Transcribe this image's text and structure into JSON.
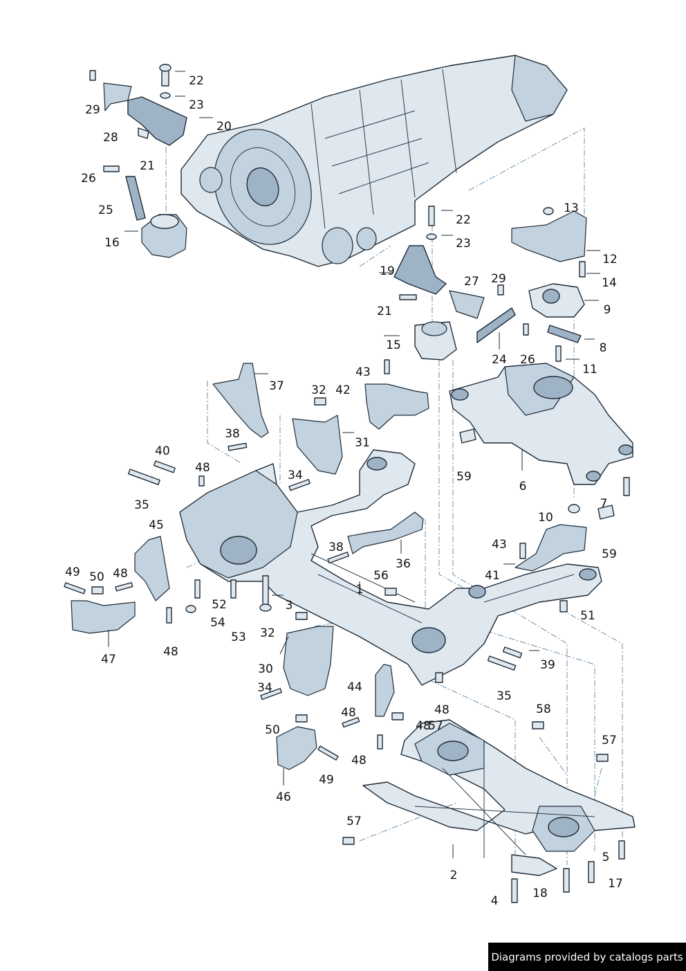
{
  "callouts": {
    "c1": "1",
    "c2": "2",
    "c3": "3",
    "c4": "4",
    "c5": "5",
    "c6": "6",
    "c7": "7",
    "c8": "8",
    "c9": "9",
    "c10": "10",
    "c11": "11",
    "c12": "12",
    "c13": "13",
    "c14": "14",
    "c15": "15",
    "c16": "16",
    "c17": "17",
    "c18": "18",
    "c19": "19",
    "c20": "20",
    "c21a": "21",
    "c21b": "21",
    "c22a": "22",
    "c22b": "22",
    "c23a": "23",
    "c23b": "23",
    "c24": "24",
    "c25": "25",
    "c26a": "26",
    "c26b": "26",
    "c27": "27",
    "c28": "28",
    "c29a": "29",
    "c29b": "29",
    "c30": "30",
    "c31": "31",
    "c32a": "32",
    "c32b": "32",
    "c34a": "34",
    "c34b": "34",
    "c35a": "35",
    "c35b": "35",
    "c36": "36",
    "c37": "37",
    "c38a": "38",
    "c38b": "38",
    "c39": "39",
    "c40": "40",
    "c41": "41",
    "c42": "42",
    "c43a": "43",
    "c43b": "43",
    "c44": "44",
    "c45": "45",
    "c46": "46",
    "c47": "47",
    "c48a": "48",
    "c48b": "48",
    "c48c": "48",
    "c48d": "48",
    "c48e": "48",
    "c48f": "48",
    "c48g": "48",
    "c49a": "49",
    "c49b": "49",
    "c50a": "50",
    "c50b": "50",
    "c51": "51",
    "c52": "52",
    "c53": "53",
    "c54": "54",
    "c56": "56",
    "c57a": "57",
    "c57b": "57",
    "c57c": "57",
    "c58": "58",
    "c59a": "59",
    "c59b": "59"
  },
  "watermark": "Diagrams provided by catalogs parts"
}
